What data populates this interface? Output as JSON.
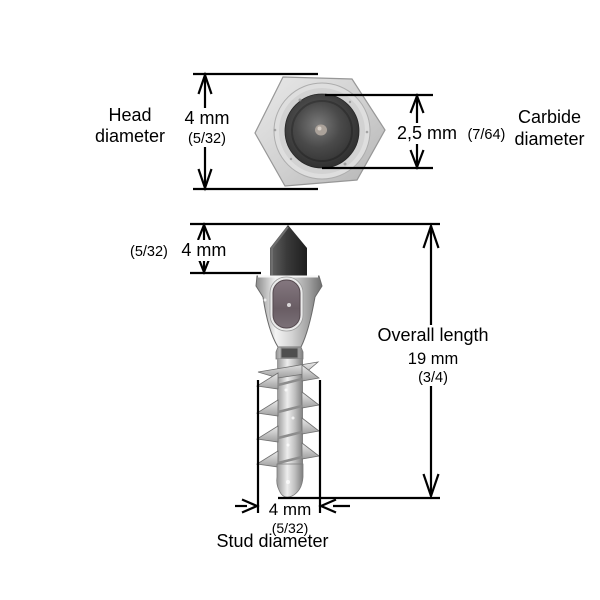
{
  "labels": {
    "head_label": {
      "line1": "Head",
      "line2": "diameter"
    },
    "head_dimension": {
      "value": "4 mm",
      "fraction": "(5/32)"
    },
    "carbide_dimension": {
      "value": "2,5 mm",
      "fraction": "(7/64)"
    },
    "carbide_label": {
      "line1": "Carbide",
      "line2": "diameter"
    },
    "tip_dimension": {
      "fraction": "(5/32)",
      "value": "4 mm"
    },
    "overall_length": {
      "label": "Overall length",
      "value": "19 mm",
      "fraction": "(3/4)"
    },
    "stud_dimension": {
      "value": "4 mm",
      "fraction": "(5/32)"
    },
    "stud_label": "Stud diameter"
  },
  "colors": {
    "line": "#000000",
    "background": "#ffffff",
    "metal_light": "#f0f0f0",
    "metal_mid": "#b8b8b8",
    "metal_dark": "#6f6f6f",
    "carbide_dark": "#2e2e2e",
    "inset_mauve": "#6e6169"
  }
}
